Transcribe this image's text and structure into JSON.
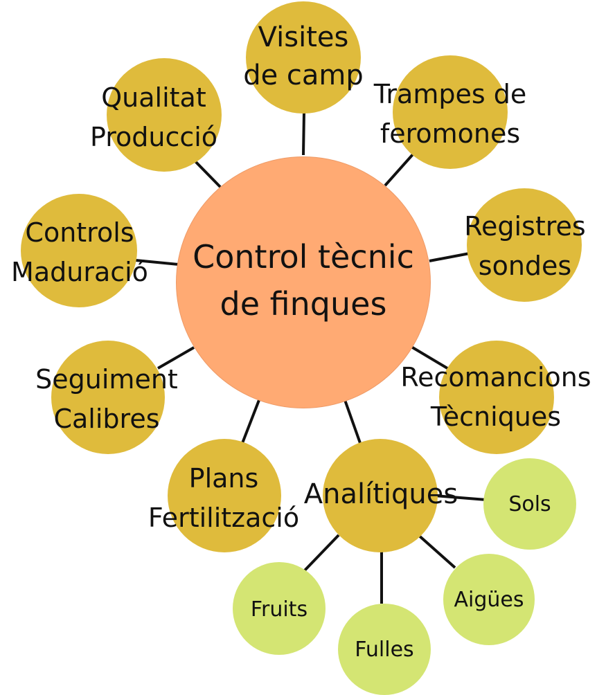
{
  "colors": {
    "center_fill": "#ffaa73",
    "primary_fill": "#dfbb3c",
    "secondary_fill": "#d4e573",
    "connector": "#111111",
    "text": "#111111"
  },
  "center": {
    "label": "Control tècnic\nde finques"
  },
  "nodes": {
    "visites": {
      "label": "Visites\nde camp"
    },
    "trampes": {
      "label": "Trampes de\nferomones"
    },
    "qualitat": {
      "label": "Qualitat\nProducció"
    },
    "controls": {
      "label": "Controls\nMaduració"
    },
    "registres": {
      "label": "Registres\nsondes"
    },
    "seguiment": {
      "label": "Seguiment\nCalibres"
    },
    "recomancions": {
      "label": "Recomancions\nTècniques"
    },
    "plans": {
      "label": "Plans\nFertilització"
    },
    "analitiques": {
      "label": "Analítiques"
    }
  },
  "sub_nodes": {
    "sols": {
      "label": "Sols"
    },
    "aigues": {
      "label": "Aigües"
    },
    "fulles": {
      "label": "Fulles"
    },
    "fruits": {
      "label": "Fruits"
    }
  }
}
